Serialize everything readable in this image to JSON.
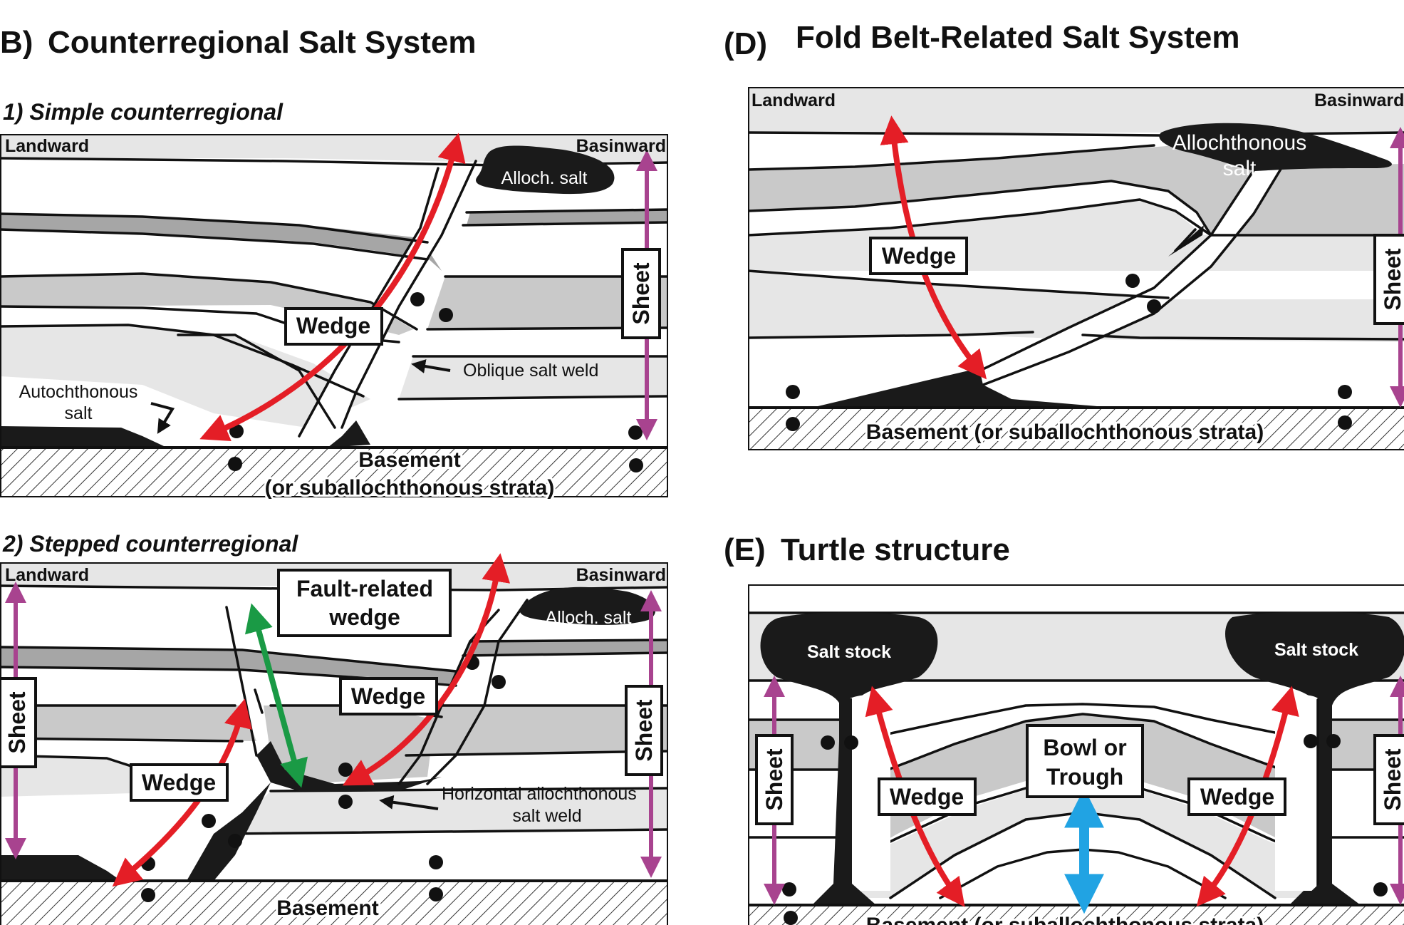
{
  "panel_b": {
    "title_letter": "B)",
    "title": "Counterregional Salt System",
    "sub1": {
      "title": "1) Simple counterregional",
      "landward": "Landward",
      "basinward": "Basinward",
      "alloch_salt": "Alloch. salt",
      "wedge": "Wedge",
      "sheet": "Sheet",
      "oblique_weld": "Oblique salt weld",
      "autochthonous_salt_1": "Autochthonous",
      "autochthonous_salt_2": "salt",
      "basement_1": "Basement",
      "basement_2": "(or suballochthonous strata)"
    },
    "sub2": {
      "title": "2) Stepped counterregional",
      "landward": "Landward",
      "basinward": "Basinward",
      "fault_wedge_1": "Fault-related",
      "fault_wedge_2": "wedge",
      "alloch_salt": "Alloch. salt",
      "wedge_upper": "Wedge",
      "wedge_lower": "Wedge",
      "sheet_left": "Sheet",
      "sheet_right": "Sheet",
      "horiz_weld_1": "Horizontal allochthonous",
      "horiz_weld_2": "salt weld",
      "basement": "Basement"
    }
  },
  "panel_d": {
    "title_letter": "(D)",
    "title": "Fold Belt-Related Salt System",
    "landward": "Landward",
    "basinward": "Basinward",
    "alloch_salt_1": "Allochthonous",
    "alloch_salt_2": "salt",
    "wedge": "Wedge",
    "sheet": "Sheet",
    "basement": "Basement (or suballochthonous strata)"
  },
  "panel_e": {
    "title_letter": "(E)",
    "title": "Turtle structure",
    "salt_stock_left": "Salt stock",
    "salt_stock_right": "Salt stock",
    "bowl_1": "Bowl or",
    "bowl_2": "Trough",
    "wedge_left": "Wedge",
    "wedge_right": "Wedge",
    "sheet_left": "Sheet",
    "sheet_right": "Sheet",
    "basement": "Basement (or suballochthonous strata)"
  },
  "colors": {
    "salt": "#1a1a1a",
    "light_gray": "#e6e6e6",
    "mid_gray": "#c9c9c9",
    "dark_gray": "#a6a6a6",
    "red_arrow": "#e41e26",
    "purple_arrow": "#a8438f",
    "green_arrow": "#1a9a45",
    "blue_arrow": "#21a3e3"
  }
}
